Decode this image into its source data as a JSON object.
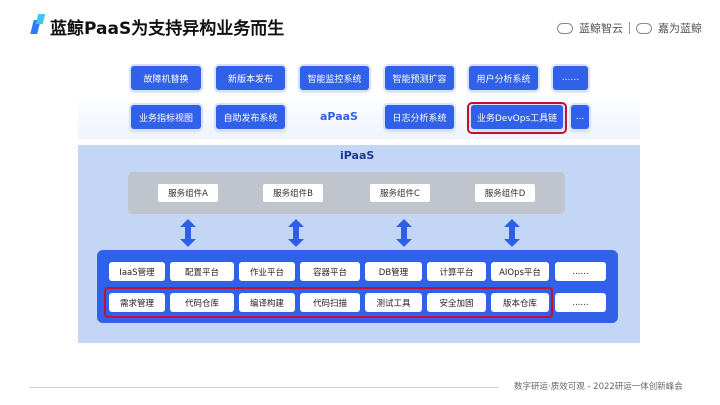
{
  "header": {
    "title": "蓝鲸PaaS为支持异构业务而生",
    "logo_left": "蓝鲸智云",
    "logo_right": "嘉为蓝鲸"
  },
  "apaas": {
    "label": "aPaaS",
    "row1": [
      "故障机替换",
      "新版本发布",
      "智能监控系统",
      "智能预测扩容",
      "用户分析系统",
      "......"
    ],
    "row2": [
      "业务指标视图",
      "自助发布系统",
      "日志分析系统",
      "业务DevOps工具链",
      "..."
    ]
  },
  "ipaas": {
    "label": "iPaaS",
    "services": [
      "服务组件A",
      "服务组件B",
      "服务组件C",
      "服务组件D"
    ],
    "row1": [
      "IaaS管理",
      "配置平台",
      "作业平台",
      "容器平台",
      "DB管理",
      "计算平台",
      "AIOps平台",
      "......"
    ],
    "row2": [
      "需求管理",
      "代码仓库",
      "编译构建",
      "代码扫描",
      "测试工具",
      "安全加固",
      "版本仓库",
      "......"
    ]
  },
  "footer": {
    "text": "数字研运·质效可观 - 2022研运一体创新峰会"
  },
  "colors": {
    "primary_blue": "#3161e8",
    "ipaas_bg": "#c4d6f6",
    "highlight_red": "#c8102e",
    "service_bar_gray": "#c0c4cd"
  }
}
